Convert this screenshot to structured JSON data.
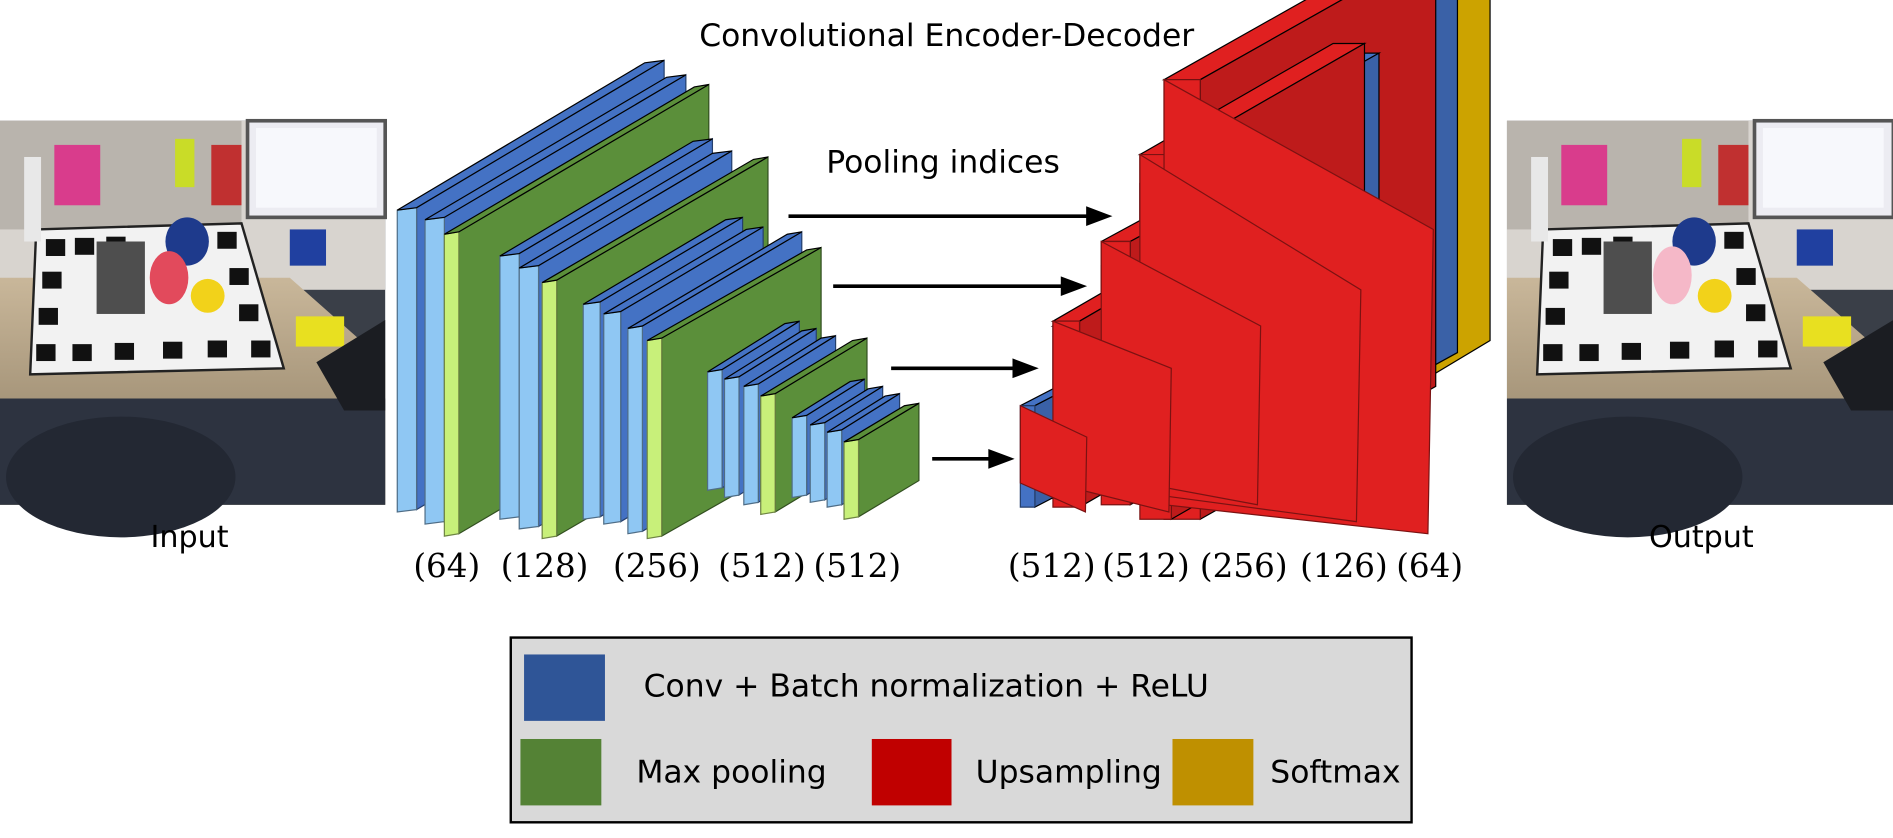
{
  "title": "Convolutional Encoder-Decoder",
  "pooling_label": "Pooling indices",
  "input_label": "Input",
  "output_label": "Output",
  "encoder_channels": [
    "(64)",
    "(128)",
    "(256)",
    "(512)",
    "(512)"
  ],
  "decoder_channels": [
    "(512)",
    "(512)",
    "(256)",
    "(126)",
    "(64)"
  ],
  "legend": {
    "conv": "Conv + Batch normalization + ReLU",
    "pool": "Max pooling",
    "up": "Upsampling",
    "softmax": "Softmax"
  },
  "colors": {
    "conv": "#2f5597",
    "pool": "#548235",
    "up": "#c00000",
    "softmax": "#bf9000",
    "conv_block": "#4472c4",
    "conv_side": "#8fc7f3",
    "pool_block": "#5b8f3a",
    "pool_side": "#c8f07a",
    "up_block": "#e02020",
    "softmax_block": "#f0c000"
  }
}
